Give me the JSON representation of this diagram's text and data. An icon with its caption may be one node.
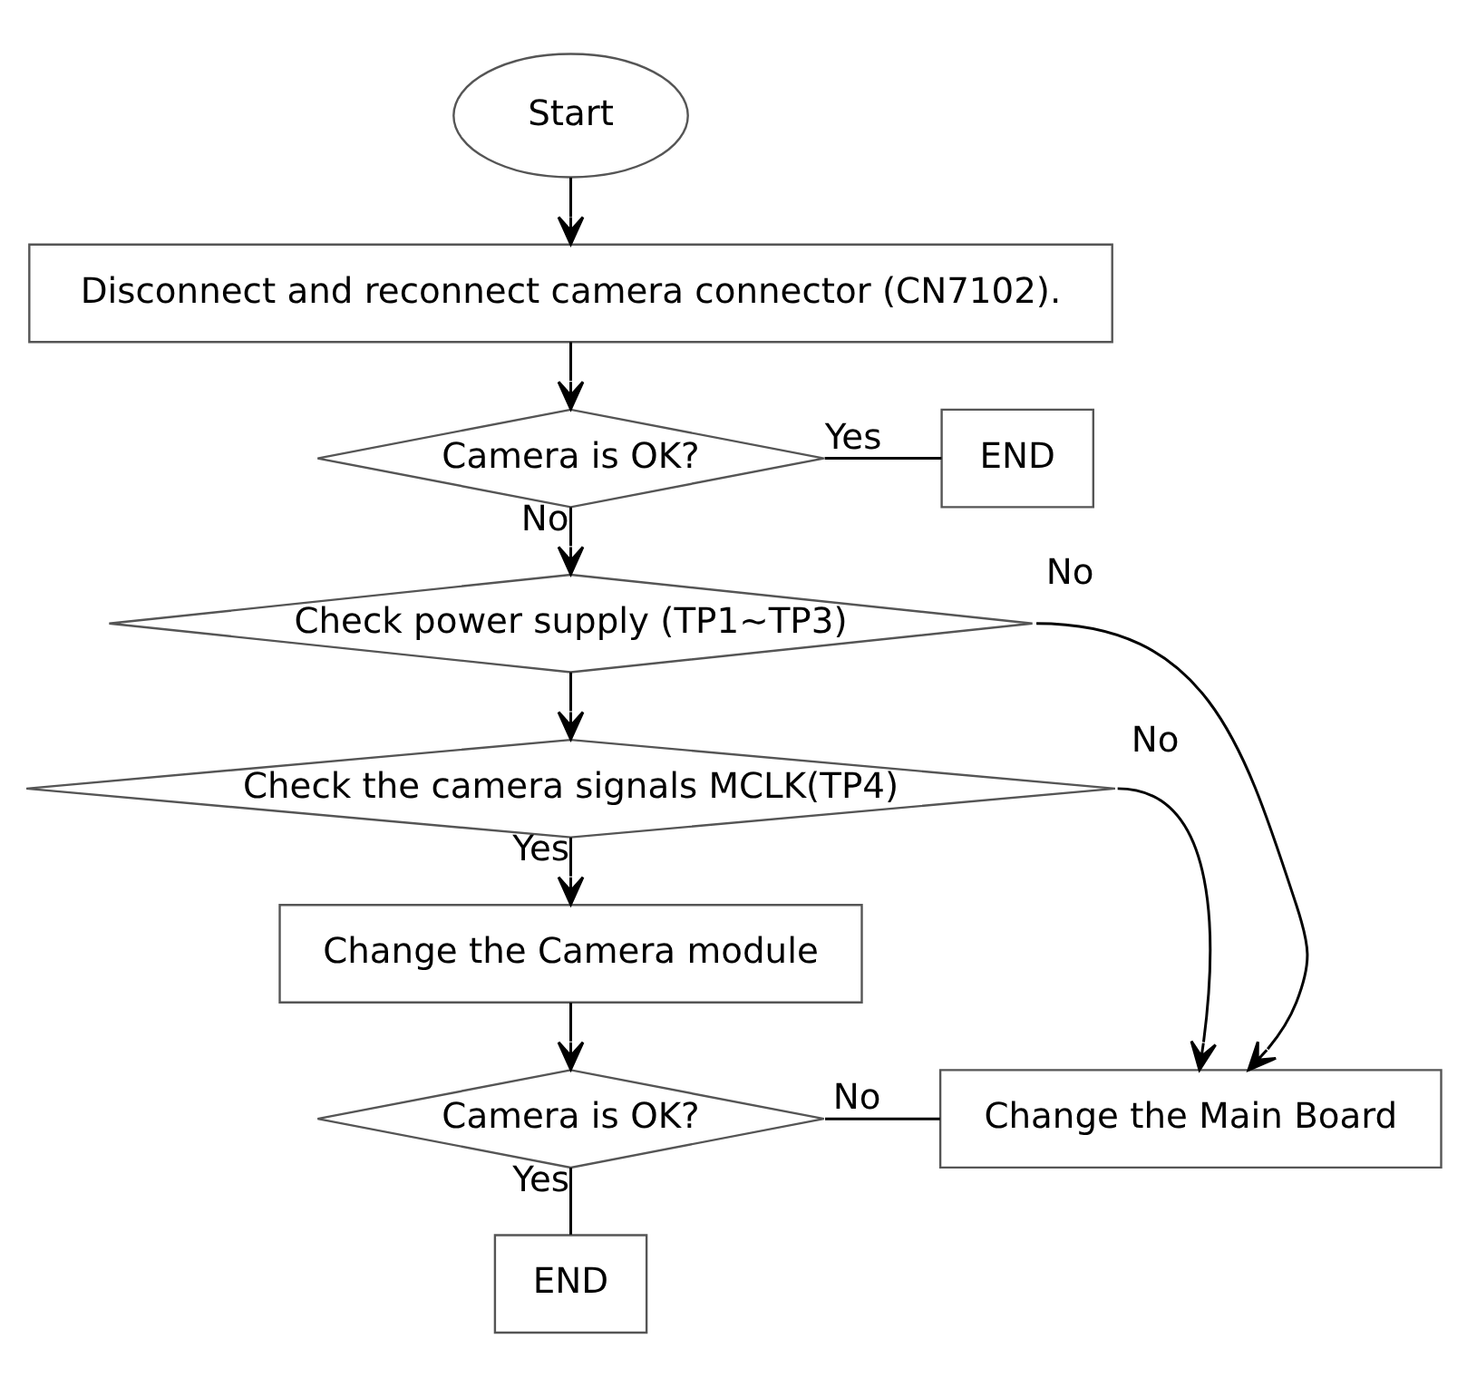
{
  "diagram": {
    "nodes": [
      {
        "text": [
          "Start"
        ]
      },
      {
        "text": [
          "Disconnect and reconnect camera connector (CN7102)."
        ]
      },
      {
        "text": [
          "Camera is OK?"
        ]
      },
      {
        "text": [
          "END"
        ]
      },
      {
        "text": [
          "Check power supply (TP1~TP3)"
        ]
      },
      {
        "text": [
          "Check the camera signals MCLK(TP4)"
        ]
      },
      {
        "text": [
          "Change the Camera module"
        ]
      },
      {
        "text": [
          "Camera is OK?"
        ]
      },
      {
        "text": [
          "Change the Main Board"
        ]
      },
      {
        "text": [
          "END"
        ]
      }
    ],
    "edges": [
      {
        "from": 0,
        "to": 1,
        "arrow": "to"
      },
      {
        "from": 1,
        "to": 2,
        "arrow": "to"
      },
      {
        "from": 2,
        "to": 3,
        "arrow": "none",
        "label": "Yes"
      },
      {
        "from": 2,
        "to": 4,
        "arrow": "to",
        "label": "No"
      },
      {
        "from": 4,
        "to": 5,
        "arrow": "to"
      },
      {
        "from": 4,
        "to": 8,
        "arrow": "to",
        "label": "No"
      },
      {
        "from": 5,
        "to": 6,
        "arrow": "to",
        "label": "Yes"
      },
      {
        "from": 5,
        "to": 8,
        "arrow": "to",
        "label": "No"
      },
      {
        "from": 6,
        "to": 7,
        "arrow": "to"
      },
      {
        "from": 7,
        "to": 8,
        "arrow": "none",
        "label": "No"
      },
      {
        "from": 7,
        "to": 9,
        "arrow": "none",
        "label": "Yes"
      }
    ]
  }
}
